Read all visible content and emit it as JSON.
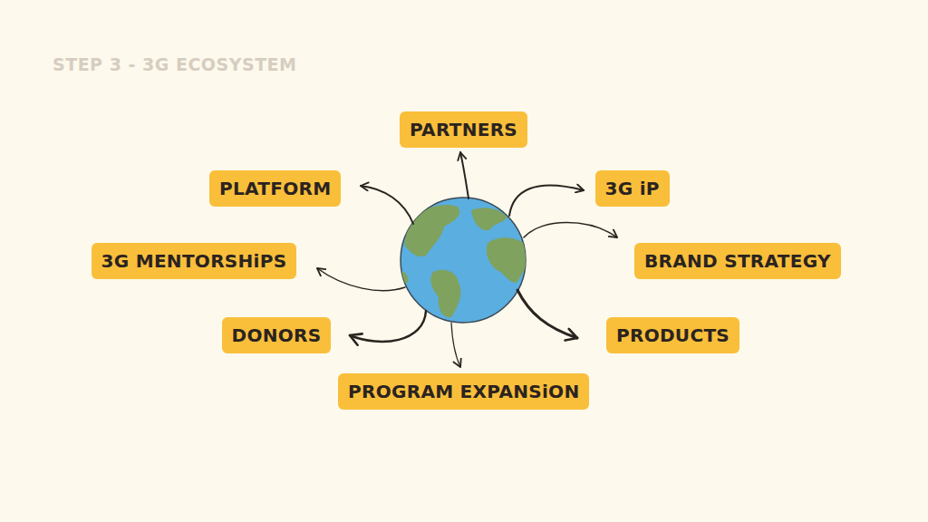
{
  "diagram": {
    "title": "STEP 3 - 3G ECOSYSTEM",
    "nodes": [
      {
        "text": [
          "PARTNERS"
        ]
      },
      {
        "text": [
          "PLATFORM"
        ]
      },
      {
        "text": [
          "3G iP"
        ]
      },
      {
        "text": [
          "3G MENTORSHiPS"
        ]
      },
      {
        "text": [
          "BRAND STRATEGY"
        ]
      },
      {
        "text": [
          "DONORS"
        ]
      },
      {
        "text": [
          "PRODUCTS"
        ]
      },
      {
        "text": [
          "PROGRAM EXPANSiON"
        ]
      }
    ]
  }
}
